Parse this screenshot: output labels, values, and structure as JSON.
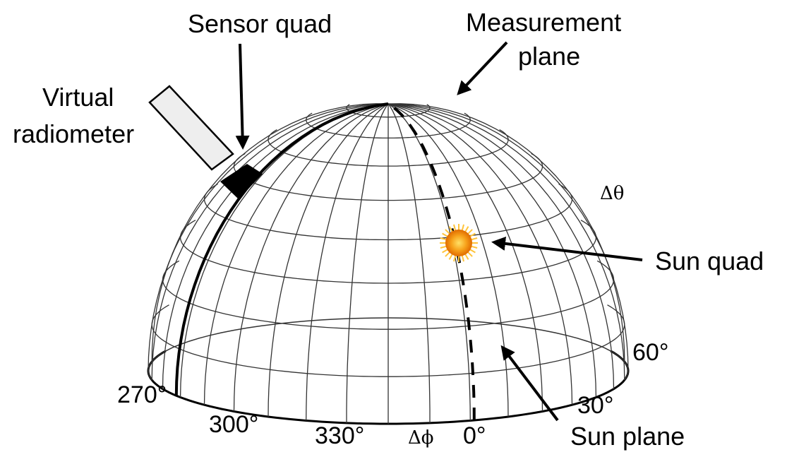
{
  "labels": {
    "sensor_quad": "Sensor quad",
    "measurement_plane_1": "Measurement",
    "measurement_plane_2": "plane",
    "virtual_radiometer_1": "Virtual",
    "virtual_radiometer_2": "radiometer",
    "delta_theta": "Δθ",
    "sun_quad": "Sun quad",
    "sun_plane": "Sun plane",
    "delta_phi": "Δϕ"
  },
  "azimuth_ticks": [
    "270°",
    "300°",
    "330°",
    "0°",
    "30°",
    "60°"
  ],
  "colors": {
    "line": "#000000",
    "grid": "#333333",
    "radiometer_fill": "#eeeeee",
    "sun_core": "#f28c0f",
    "sun_glow": "#ffd23c"
  },
  "icons": {
    "sun": "sun-icon",
    "radiometer": "radiometer-icon"
  }
}
